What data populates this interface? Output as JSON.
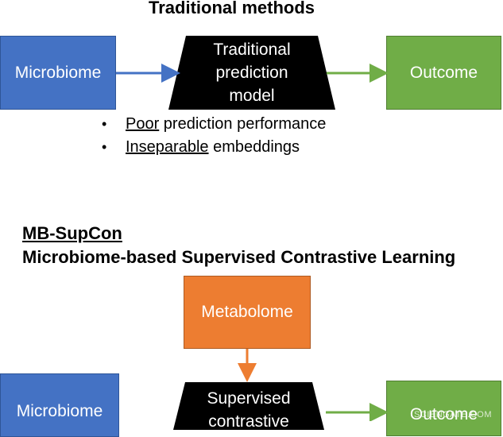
{
  "top": {
    "title": "Traditional methods",
    "microbiome": "Microbiome",
    "model_lines": [
      "Traditional",
      "prediction",
      "model"
    ],
    "outcome": "Outcome",
    "bullets": [
      {
        "underlined": "Poor",
        "rest": " prediction performance"
      },
      {
        "underlined": "Inseparable",
        "rest": " embeddings"
      }
    ]
  },
  "bottom": {
    "title": "MB-SupCon",
    "subtitle": "Microbiome-based Supervised Contrastive Learning",
    "metabolome": "Metabolome",
    "microbiome": "Microbiome",
    "model_lines": [
      "Supervised",
      "contrastive"
    ],
    "outcome": "Outcome"
  },
  "watermark": "SCIENGATE.COM",
  "colors": {
    "microbiome": "#4472c4",
    "outcome": "#70ad47",
    "metabolome": "#ed7d31",
    "model": "#000000"
  }
}
